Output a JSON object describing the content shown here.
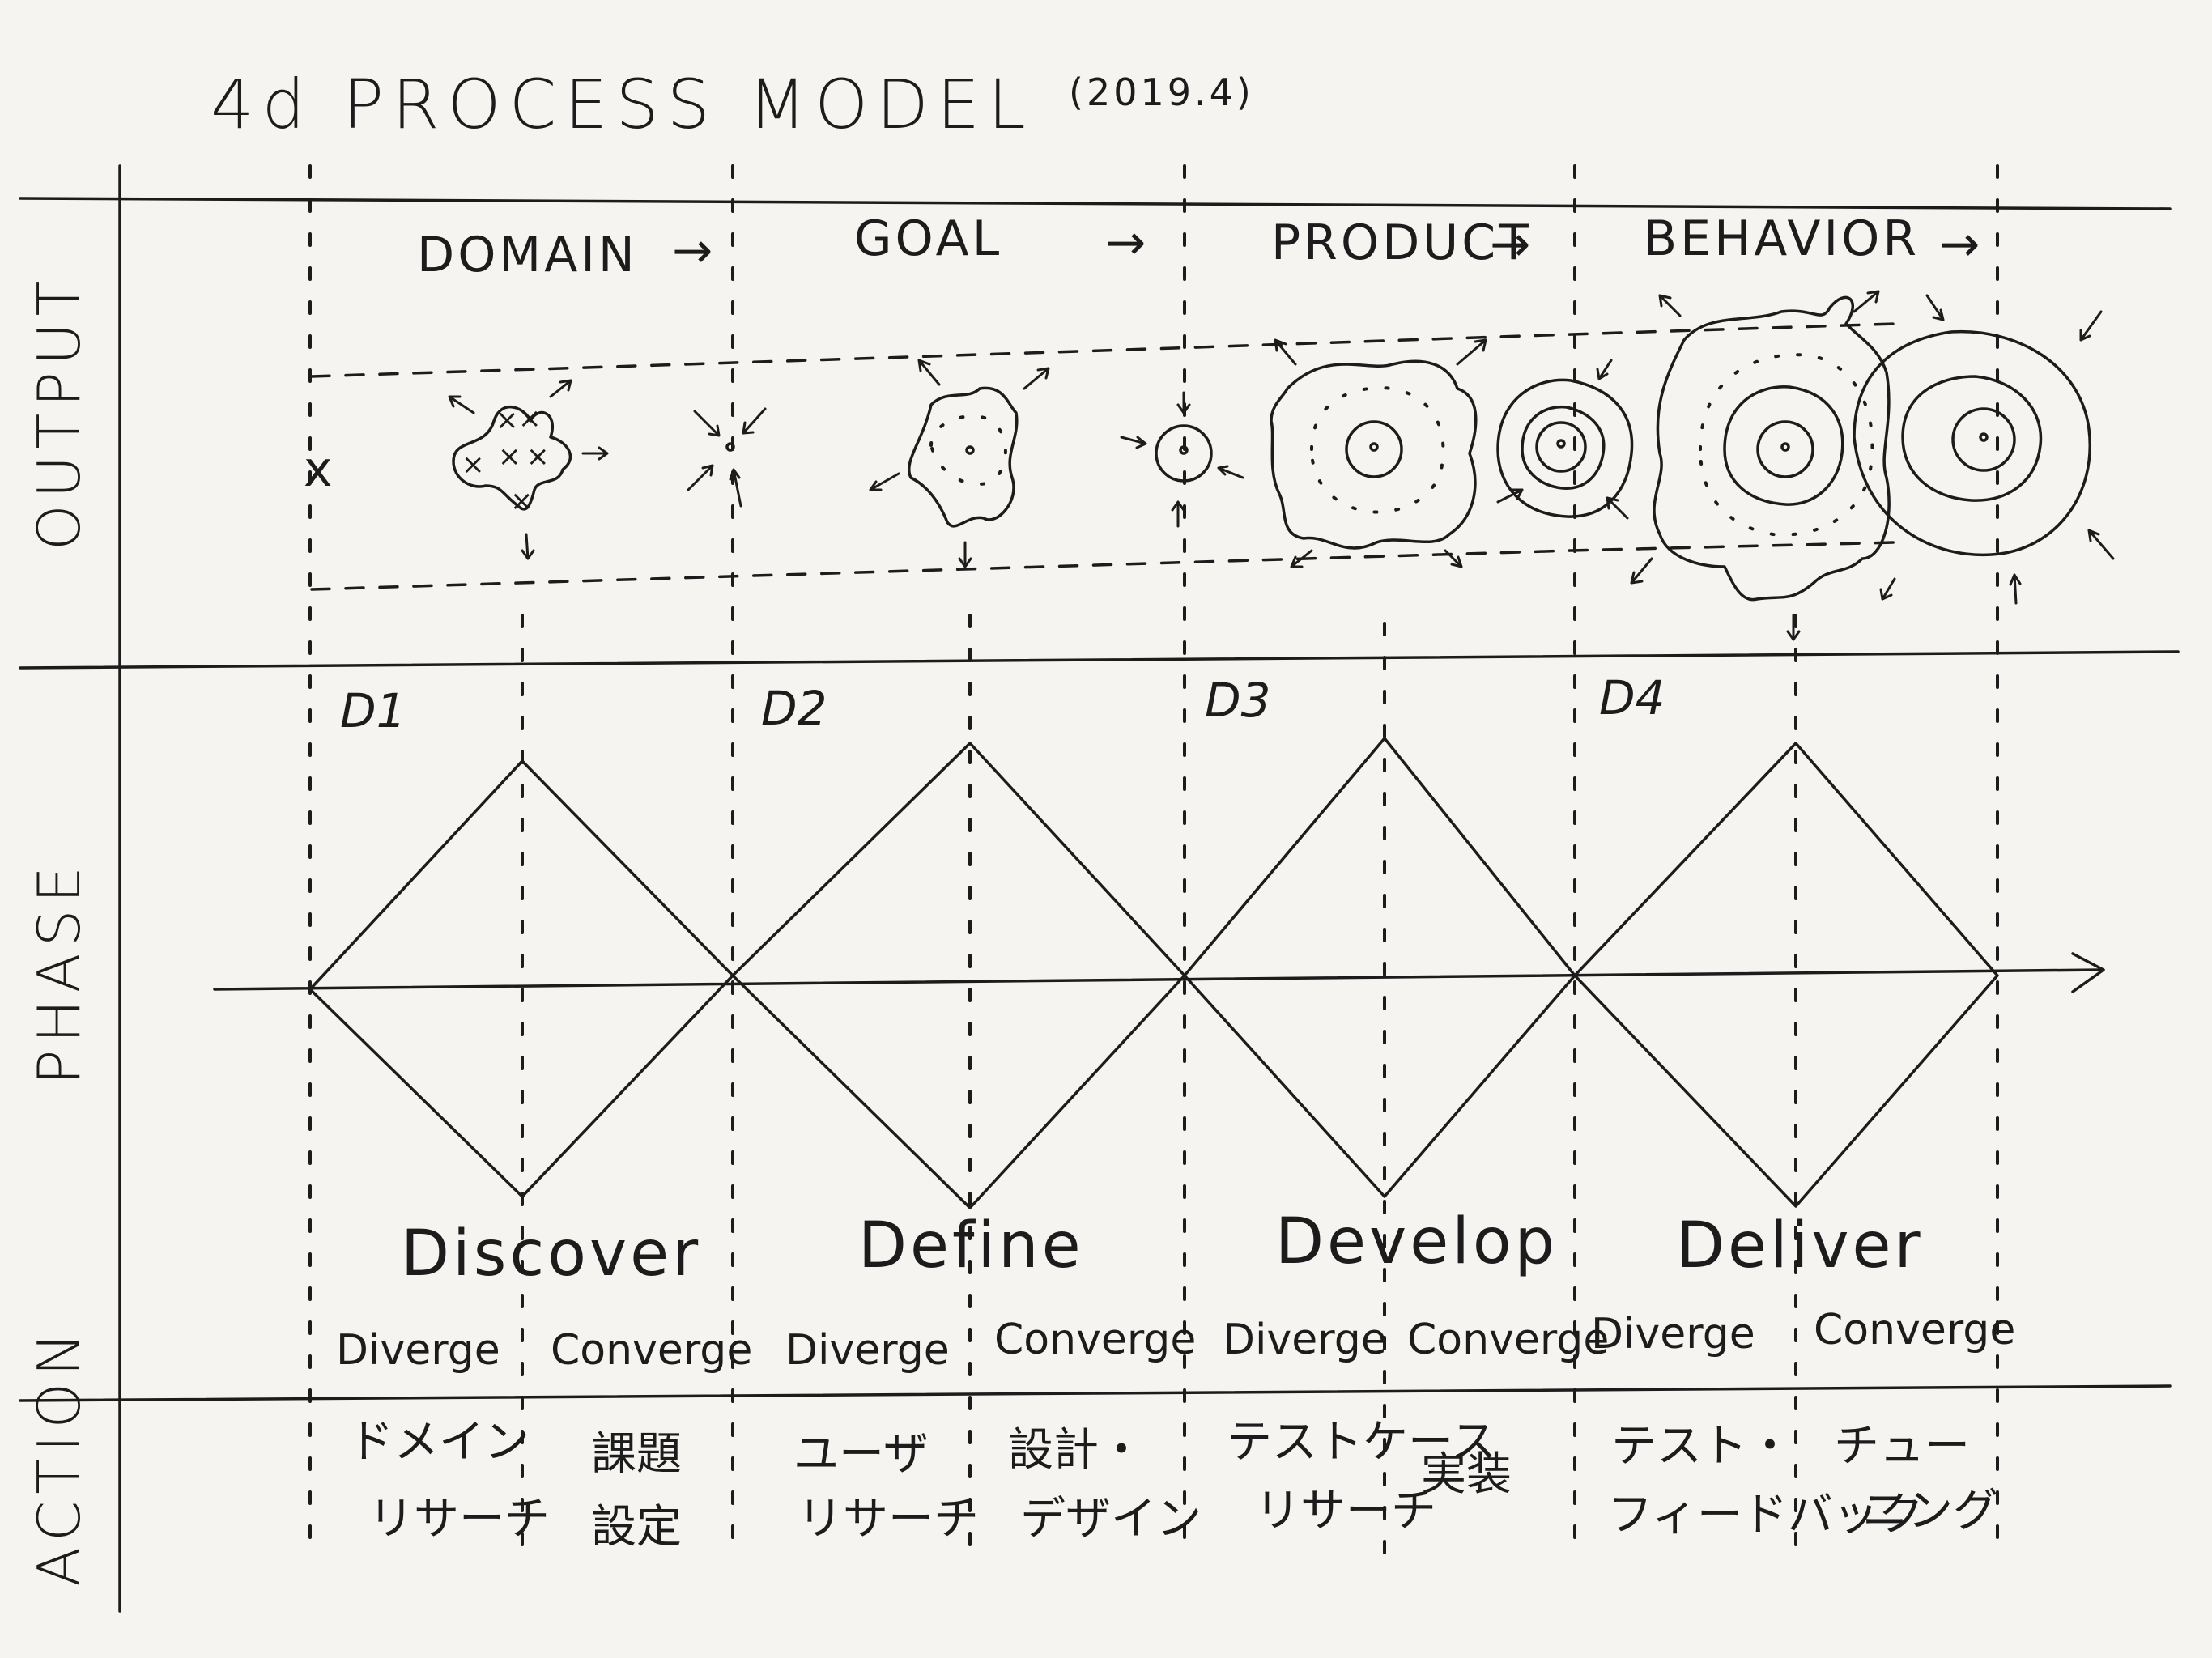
{
  "title": "4d PROCESS MODEL",
  "date": "(2019.4)",
  "rows": {
    "output": "OUTPUT",
    "phase": "PHASE",
    "action": "ACTION"
  },
  "outputs": [
    {
      "label": "DOMAIN",
      "arrow": "→"
    },
    {
      "label": "GOAL",
      "arrow": "→"
    },
    {
      "label": "PRODUCT",
      "arrow": "→"
    },
    {
      "label": "BEHAVIOR",
      "arrow": "→"
    }
  ],
  "phases": [
    {
      "id": "D1",
      "name": "Discover",
      "diverge": "Diverge",
      "converge": "Converge",
      "diverge_action": [
        "ドメイン",
        "リサーチ"
      ],
      "converge_action": [
        "課題",
        "設定"
      ]
    },
    {
      "id": "D2",
      "name": "Define",
      "diverge": "Diverge",
      "converge": "Converge",
      "diverge_action": [
        "ユーザ",
        "リサーチ"
      ],
      "converge_action": [
        "設計・",
        "デザイン"
      ]
    },
    {
      "id": "D3",
      "name": "Develop",
      "diverge": "Diverge",
      "converge": "Converge",
      "diverge_action": [
        "テストケース",
        "リサーチ"
      ],
      "converge_action": [
        "実装",
        ""
      ]
    },
    {
      "id": "D4",
      "name": "Deliver",
      "diverge": "Diverge",
      "converge": "Converge",
      "diverge_action": [
        "テスト・",
        "フィードバック"
      ],
      "converge_action": [
        "チュー",
        "ニング"
      ]
    }
  ],
  "marks": {
    "domain_x": "x"
  }
}
